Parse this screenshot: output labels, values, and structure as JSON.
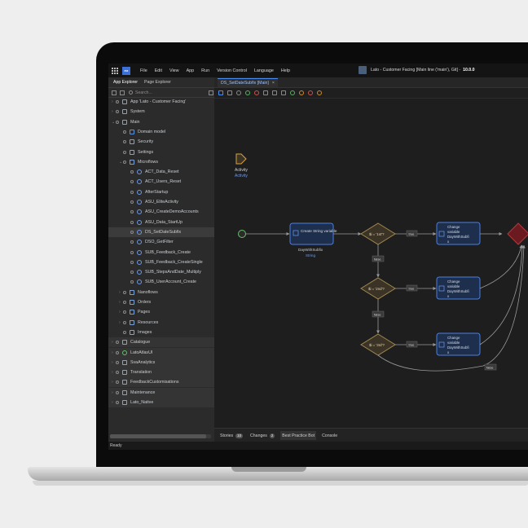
{
  "menubar": {
    "logo": "mx",
    "items": [
      "File",
      "Edit",
      "View",
      "App",
      "Run",
      "Version Control",
      "Language",
      "Help"
    ],
    "title": "Lato - Customer Facing [Main line ('main'), Git] -",
    "version": "10.0.0"
  },
  "sidebar": {
    "tabs": [
      "App Explorer",
      "Page Explorer"
    ],
    "search_placeholder": "Search...",
    "tree": [
      {
        "label": "App 'Lato - Customer Facing'",
        "indent": 0,
        "chev": "›",
        "icon": "app-icon"
      },
      {
        "label": "System",
        "indent": 0,
        "chev": "›",
        "icon": "module-icon"
      },
      {
        "label": "Main",
        "indent": 0,
        "chev": "⌄",
        "icon": "module-icon"
      },
      {
        "label": "Domain model",
        "indent": 1,
        "chev": "",
        "icon": "domain-model-icon"
      },
      {
        "label": "Security",
        "indent": 1,
        "chev": "",
        "icon": "key-icon"
      },
      {
        "label": "Settings",
        "indent": 1,
        "chev": "",
        "icon": "gear-icon"
      },
      {
        "label": "Microflows",
        "indent": 1,
        "chev": "⌄",
        "icon": "folder-icon"
      },
      {
        "label": "ACT_Data_Reset",
        "indent": 2,
        "chev": "",
        "icon": "microflow-icon"
      },
      {
        "label": "ACT_Users_Reset",
        "indent": 2,
        "chev": "",
        "icon": "microflow-icon"
      },
      {
        "label": "AfterStartup",
        "indent": 2,
        "chev": "",
        "icon": "microflow-icon"
      },
      {
        "label": "ASU_EliteActivity",
        "indent": 2,
        "chev": "",
        "icon": "microflow-icon"
      },
      {
        "label": "ASU_CreateDemoAccounts",
        "indent": 2,
        "chev": "",
        "icon": "microflow-icon"
      },
      {
        "label": "ASU_Data_StartUp",
        "indent": 2,
        "chev": "",
        "icon": "microflow-icon"
      },
      {
        "label": "DS_SetDateSubfix",
        "indent": 2,
        "chev": "",
        "icon": "microflow-icon",
        "selected": true
      },
      {
        "label": "DSO_GetFilter",
        "indent": 2,
        "chev": "",
        "icon": "microflow-icon"
      },
      {
        "label": "SUB_Feedback_Create",
        "indent": 2,
        "chev": "",
        "icon": "microflow-icon"
      },
      {
        "label": "SUB_Feedback_CreateSingle",
        "indent": 2,
        "chev": "",
        "icon": "microflow-icon"
      },
      {
        "label": "SUB_StepsAndDate_Multiply",
        "indent": 2,
        "chev": "",
        "icon": "microflow-icon"
      },
      {
        "label": "SUB_UserAccount_Create",
        "indent": 2,
        "chev": "",
        "icon": "microflow-icon"
      },
      {
        "label": "Nanoflows",
        "indent": 1,
        "chev": "›",
        "icon": "folder-icon"
      },
      {
        "label": "Orders",
        "indent": 1,
        "chev": "›",
        "icon": "folder-icon"
      },
      {
        "label": "Pages",
        "indent": 1,
        "chev": "›",
        "icon": "folder-icon"
      },
      {
        "label": "Resources",
        "indent": 1,
        "chev": "›",
        "icon": "folder-icon"
      },
      {
        "label": "Images",
        "indent": 1,
        "chev": "",
        "icon": "image-icon"
      },
      {
        "label": "Catalogue",
        "indent": 0,
        "chev": "›",
        "icon": "module-icon",
        "band": true
      },
      {
        "label": "LatoAtlasUI",
        "indent": 0,
        "chev": "›",
        "icon": "atlas-icon",
        "band": true
      },
      {
        "label": "SvaAnalytics",
        "indent": 0,
        "chev": "›",
        "icon": "module-icon",
        "band": true
      },
      {
        "label": "Translation",
        "indent": 0,
        "chev": "›",
        "icon": "module-icon",
        "band": true
      },
      {
        "label": "FeedbackCustomisations",
        "indent": 0,
        "chev": "›",
        "icon": "module-icon",
        "band": true
      },
      {
        "label": "Maintenance",
        "indent": 0,
        "chev": "›",
        "icon": "module-icon",
        "band": true
      },
      {
        "label": "Lato_Native",
        "indent": 0,
        "chev": "›",
        "icon": "module-icon",
        "band": true
      }
    ]
  },
  "editor": {
    "tab_label": "DS_SetDateSubfix [Main]",
    "tab_close": "×"
  },
  "flow": {
    "annotation_title": "Activity",
    "annotation_sub": "Activity",
    "create_label": "Create String variable",
    "create_caption": "DayWithSubfix",
    "create_caption_type": "String",
    "decision1": "$i = '1st'?",
    "decision2": "$i = '2nd'?",
    "decision3": "$i = '3rd'?",
    "true_label": "true",
    "false_label": "false",
    "change_line1": "Change",
    "change_line2": "variable",
    "change_line3": "DayWithSubfi",
    "change_line4": "x",
    "colors": {
      "node_border": "#4a7fe0",
      "node_fill": "#1d2f4d",
      "decision_border": "#a08850",
      "decision_fill": "#3b3325",
      "end_fill": "#6b1a1f",
      "start": "#6bbf6b"
    }
  },
  "bottom_tabs": {
    "stories": "Stories",
    "stories_count": "10",
    "changes": "Changes",
    "changes_count": "2",
    "best_practice": "Best Practice Bot",
    "console": "Console"
  },
  "status": "Ready"
}
